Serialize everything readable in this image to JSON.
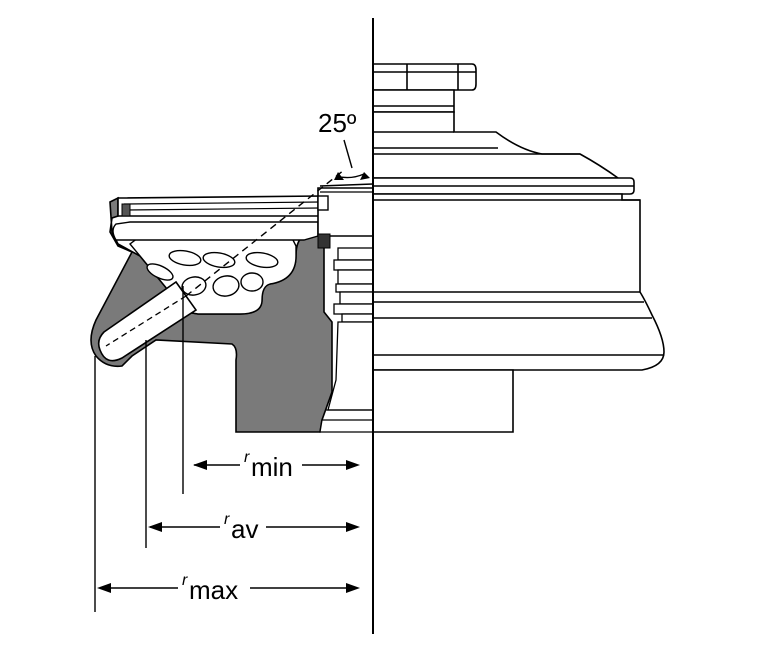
{
  "annotations": {
    "angle": "25º",
    "r_min_prefix": "r",
    "r_min_suffix": "min",
    "r_av_prefix": "r",
    "r_av_suffix": "av",
    "r_max_prefix": "r",
    "r_max_suffix": "max"
  },
  "colors": {
    "rotor_fill": "#7a7a7a",
    "line": "#000000",
    "background": "#ffffff"
  }
}
